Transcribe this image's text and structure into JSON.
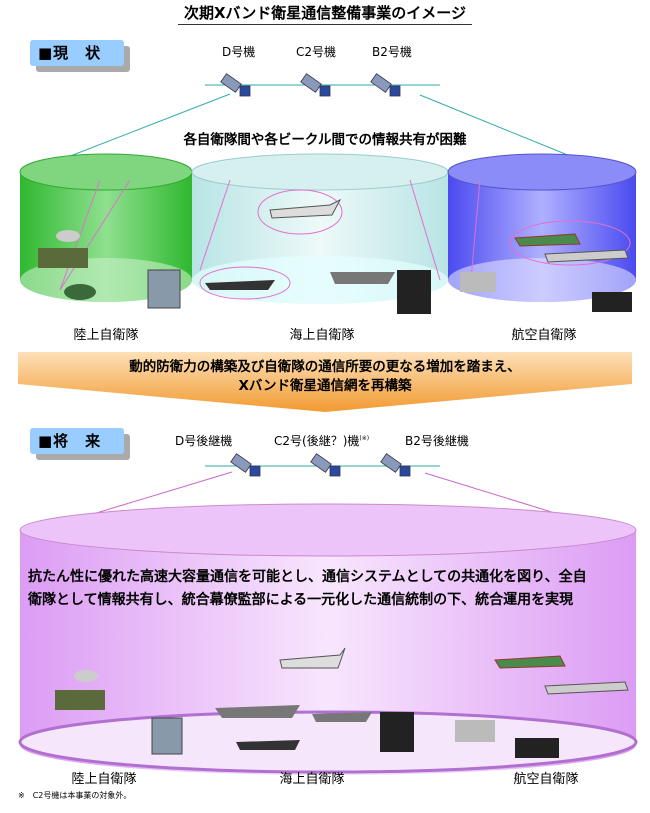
{
  "title": "次期Xバンド衛星通信整備事業のイメージ",
  "current": {
    "badge": "■現　状",
    "satellites": [
      "D号機",
      "C2号機",
      "B2号機"
    ],
    "message": "各自衛隊間や各ビークル間での情報共有が困難",
    "units": [
      "陸上自衛隊",
      "海上自衛隊",
      "航空自衛隊"
    ]
  },
  "arrow": {
    "line1": "動的防衛力の構築及び自衛隊の通信所要の更なる増加を踏まえ、",
    "line2": "Xバンド衛星通信網を再構築"
  },
  "future": {
    "badge": "■将　来",
    "satellites": [
      "D号後継機",
      "C2号(後継？)機",
      "B2号後継機"
    ],
    "satellite_note_mark": "(※)",
    "message_line1": "抗たん性に優れた高速大容量通信を可能とし、通信システムとしての共通化を図り、全自",
    "message_line2": "衛隊として情報共有し、統合幕僚監部による一元化した通信統制の下、統合運用を実現",
    "units": [
      "陸上自衛隊",
      "海上自衛隊",
      "航空自衛隊"
    ]
  },
  "footnote": "※　C2号機は本事業の対象外。",
  "colors": {
    "ground": "#33cc33",
    "maritime": "#cceeee",
    "air": "#6666ff",
    "future": "#e8b0f8",
    "arrow": "#f5a040",
    "badge": "#99ccff"
  }
}
